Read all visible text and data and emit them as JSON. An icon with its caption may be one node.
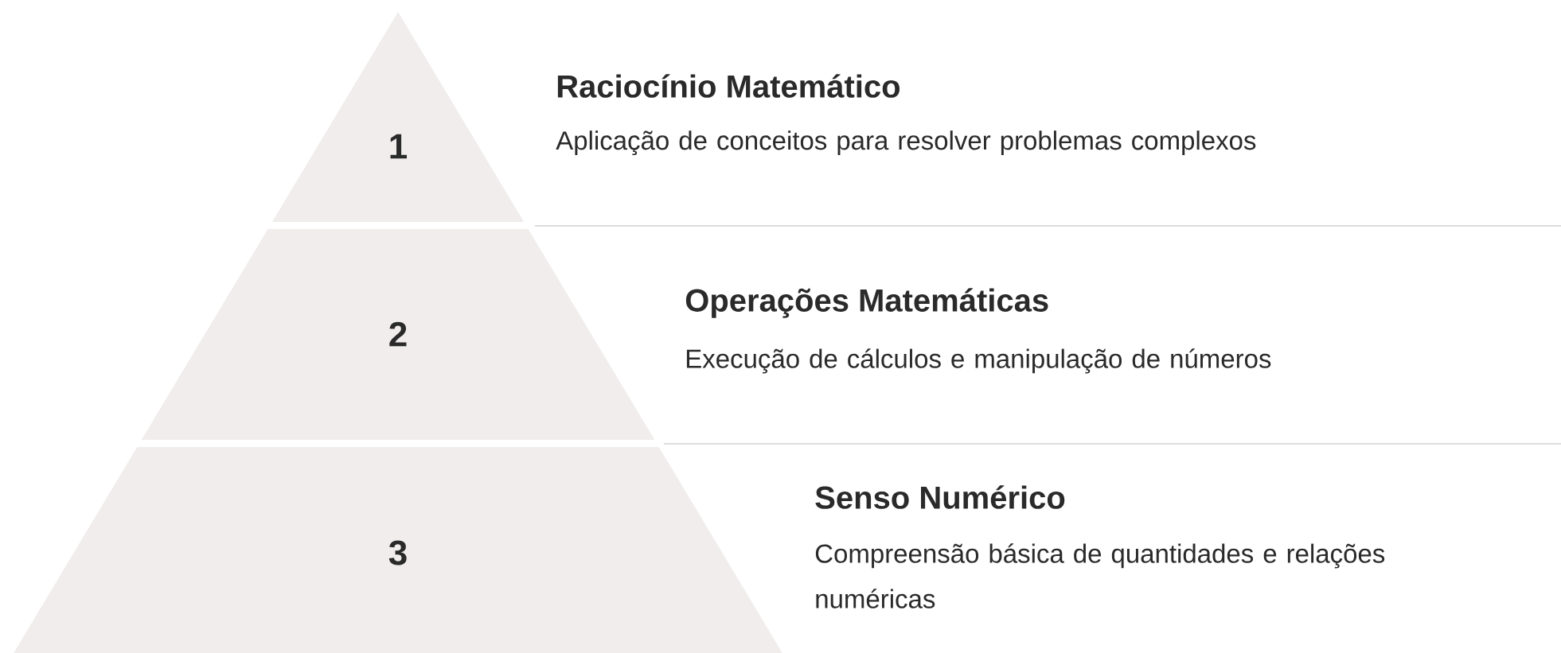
{
  "diagram": {
    "nodes": [
      {
        "text": [
          "1"
        ],
        "beside": [
          "Raciocínio Matemático",
          "Aplicação de conceitos para resolver problemas complexos"
        ]
      },
      {
        "text": [
          "2"
        ],
        "beside": [
          "Operações Matemáticas",
          "Execução de cálculos e manipulação de números"
        ]
      },
      {
        "text": [
          "3"
        ],
        "beside": [
          "Senso Numérico",
          "Compreensão básica de quantidades e relações numéricas"
        ]
      }
    ]
  }
}
